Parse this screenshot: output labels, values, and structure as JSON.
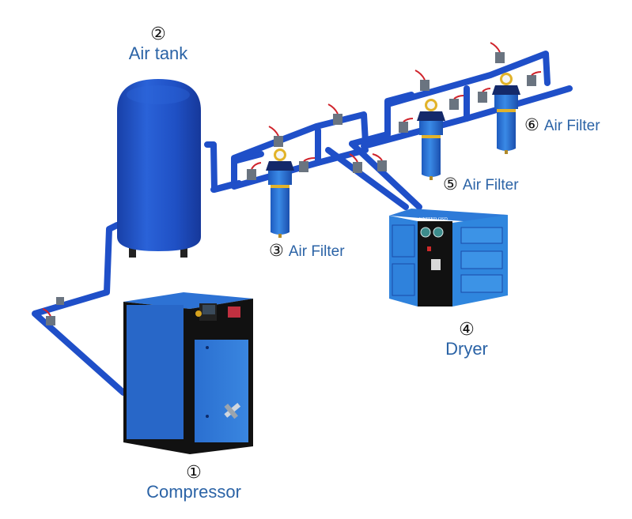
{
  "diagram": {
    "title": "Compressed air system layout",
    "colors": {
      "label_text": "#2b63a6",
      "number_text": "#111111",
      "pipe": "#1f4fc8",
      "equipment_blue": "#2f7ad8",
      "tank_blue": "#1e4fc4",
      "filter_band": "#e2b32a",
      "valve_gray": "#6a7480",
      "valve_handle": "#d0242c",
      "panel_black": "#111111"
    },
    "components": [
      {
        "id": "compressor",
        "number": "①",
        "label": "Compressor"
      },
      {
        "id": "air-tank",
        "number": "②",
        "label": "Air tank"
      },
      {
        "id": "air-filter-3",
        "number": "③",
        "label": "Air Filter"
      },
      {
        "id": "dryer",
        "number": "④",
        "label": "Dryer"
      },
      {
        "id": "air-filter-5",
        "number": "⑤",
        "label": "Air Filter"
      },
      {
        "id": "air-filter-6",
        "number": "⑥",
        "label": "Air Filter"
      }
    ],
    "dryer_brand": "UNITED OSD",
    "flow": [
      "Compressor",
      "Air tank",
      "Air Filter",
      "Dryer",
      "Air Filter",
      "Air Filter"
    ]
  }
}
